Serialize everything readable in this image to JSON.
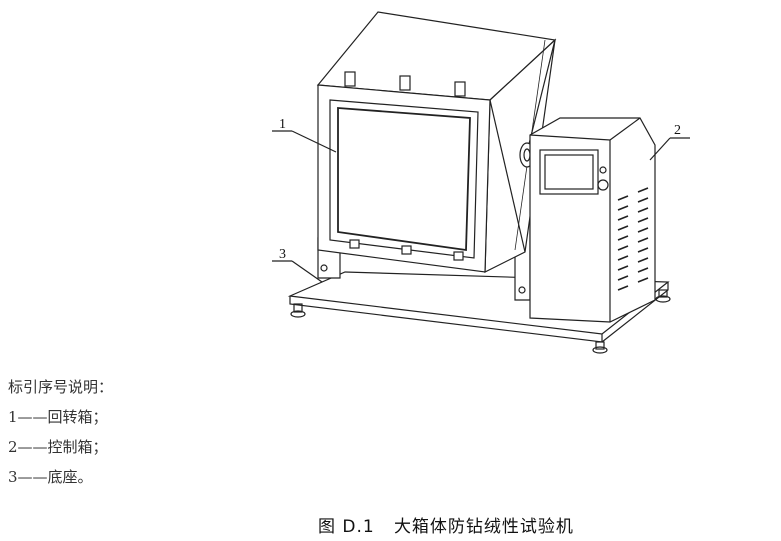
{
  "figure": {
    "callouts": [
      "1",
      "2",
      "3"
    ],
    "legend_title": "标引序号说明：",
    "legend_items": [
      {
        "number": "1",
        "dash": "——",
        "text": "回转箱；"
      },
      {
        "number": "2",
        "dash": "——",
        "text": "控制箱；"
      },
      {
        "number": "3",
        "dash": "——",
        "text": "底座。"
      }
    ],
    "caption_prefix": "图 D.1",
    "caption_title": "大箱体防钻绒性试验机"
  }
}
